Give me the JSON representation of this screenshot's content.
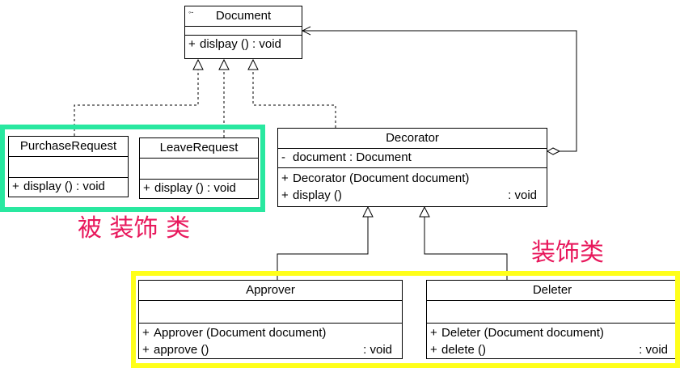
{
  "colors": {
    "decorated_frame": "#29e8a0",
    "decorator_frame": "#ffff1a",
    "label_text": "#e8185c"
  },
  "labels": {
    "decorated": "被 装饰 类",
    "decorators": "装饰类"
  },
  "classes": {
    "document": {
      "badge": "◦-",
      "name": "Document",
      "methods": [
        {
          "vis": "+",
          "sig": "dislpay () : void"
        }
      ]
    },
    "purchase": {
      "name": "PurchaseRequest",
      "methods": [
        {
          "vis": "+",
          "sig": "display () : void"
        }
      ]
    },
    "leave": {
      "name": "LeaveRequest",
      "methods": [
        {
          "vis": "+",
          "sig": "display () : void"
        }
      ]
    },
    "decorator": {
      "name": "Decorator",
      "attrs": [
        {
          "vis": "-",
          "sig": "document : Document"
        }
      ],
      "methods": [
        {
          "vis": "+",
          "sig": "Decorator (Document document)",
          "type": ""
        },
        {
          "vis": "+",
          "sig": "display ()",
          "type": ": void"
        }
      ]
    },
    "approver": {
      "name": "Approver",
      "methods": [
        {
          "vis": "+",
          "sig": "Approver (Document document)",
          "type": ""
        },
        {
          "vis": "+",
          "sig": "approve ()",
          "type": ": void"
        }
      ]
    },
    "deleter": {
      "name": "Deleter",
      "methods": [
        {
          "vis": "+",
          "sig": "Deleter (Document document)",
          "type": ""
        },
        {
          "vis": "+",
          "sig": "delete ()",
          "type": ": void"
        }
      ]
    }
  }
}
